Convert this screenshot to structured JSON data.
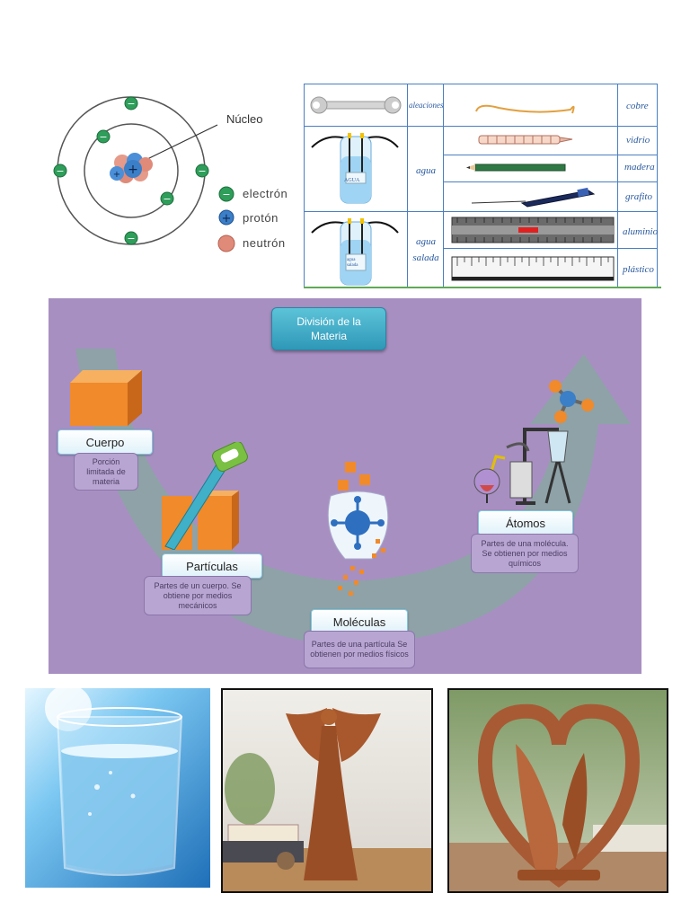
{
  "atom": {
    "nucleus_label": "Núcleo",
    "legend": [
      {
        "name": "electrón",
        "symbol": "−",
        "color": "#2e9e5a"
      },
      {
        "name": "protón",
        "symbol": "+",
        "color": "#3a7fc8"
      },
      {
        "name": "neutrón",
        "symbol": "",
        "color": "#e08a7a"
      }
    ],
    "electron_symbol": "−",
    "proton_symbol": "+"
  },
  "conductivity_table": {
    "rows": [
      {
        "solution": "aleaciones",
        "material": "cobre"
      },
      {
        "solution": "agua",
        "material": "vidrio"
      },
      {
        "solution": "",
        "material": "madera"
      },
      {
        "solution": "",
        "material": "grafito"
      },
      {
        "solution": "agua salada",
        "material": "aluminio"
      },
      {
        "solution": "",
        "material": "plástico"
      }
    ],
    "beaker_labels": [
      "AGUA",
      "agua salada"
    ]
  },
  "division": {
    "title": "División de la Materia",
    "stages": [
      {
        "label": "Cuerpo",
        "description": "Porción limitada de materia"
      },
      {
        "label": "Partículas",
        "description": "Partes de un cuerpo. Se obtiene por medios mecánicos"
      },
      {
        "label": "Moléculas",
        "description": "Partes de una partícula Se obtienen por medios físicos"
      },
      {
        "label": "Átomos",
        "description": "Partes de una molécula. Se obtienen por medios químicos"
      }
    ],
    "colors": {
      "panel": "#a88fc2",
      "arrow": "#8aa6a3",
      "title": "#2f98b8",
      "cube": "#f08a2a"
    }
  },
  "photos": [
    {
      "subject": "glass-of-water"
    },
    {
      "subject": "wooden-angel-sculpture"
    },
    {
      "subject": "wooden-heart-sculpture"
    }
  ]
}
